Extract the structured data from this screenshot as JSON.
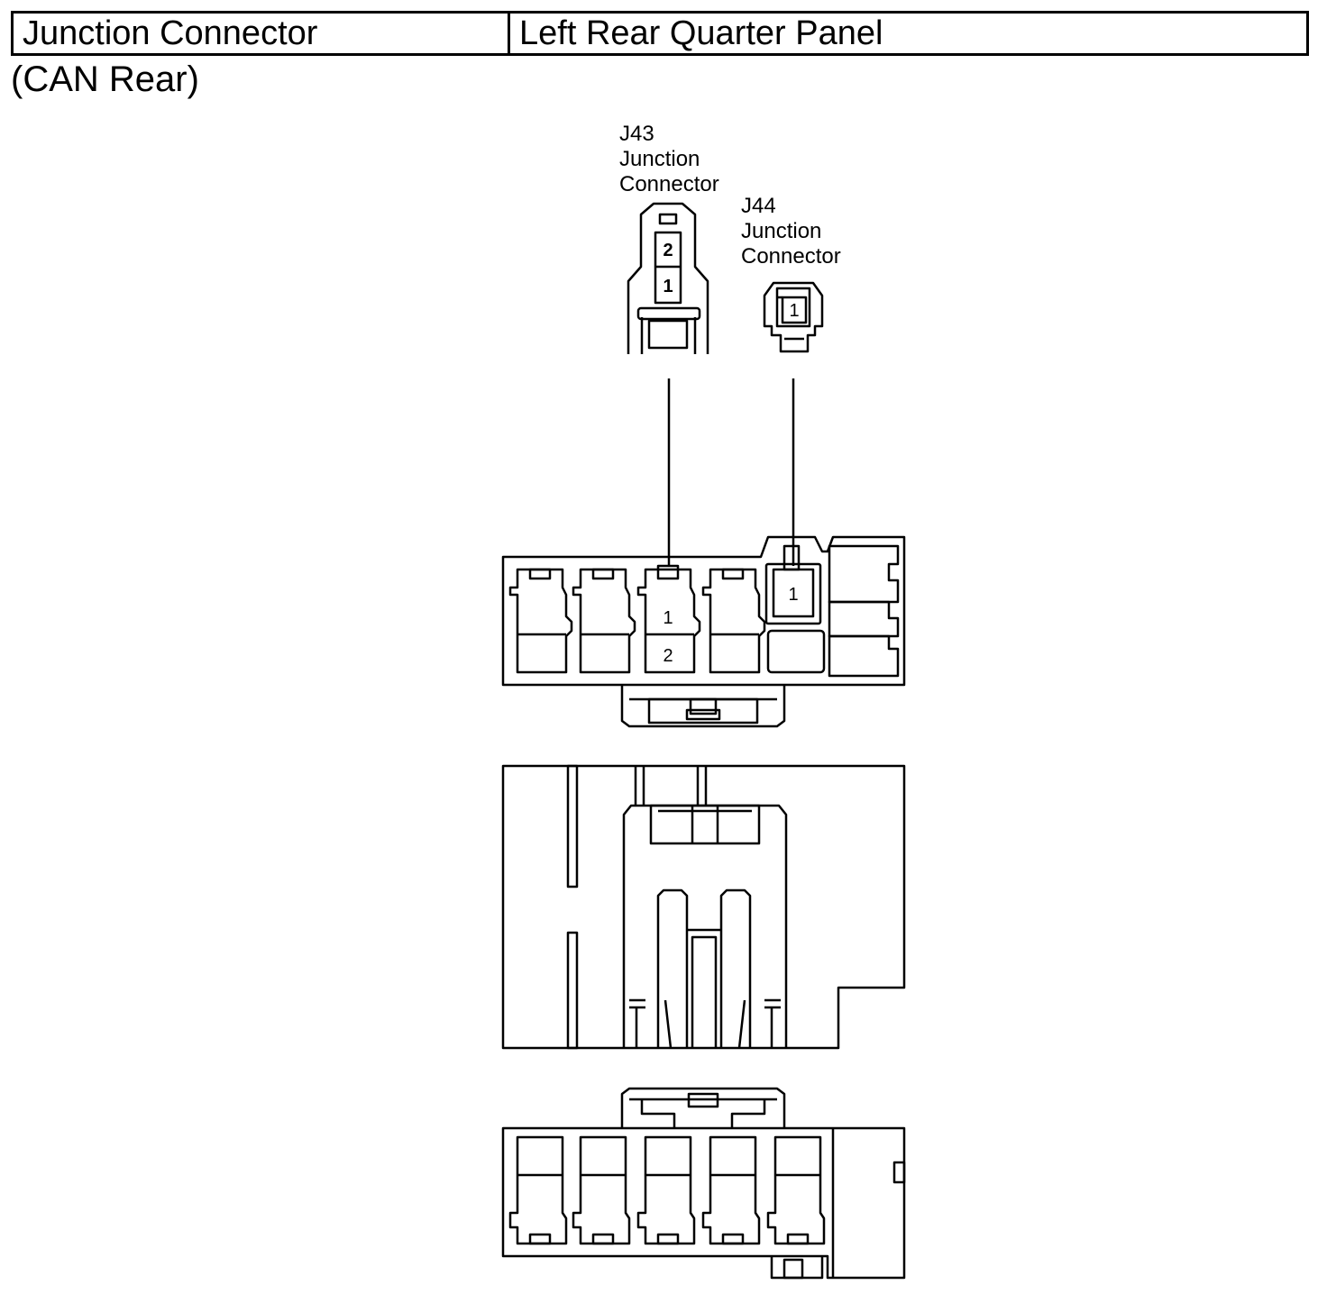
{
  "header": {
    "component": "Junction Connector",
    "location": "Left Rear Quarter Panel"
  },
  "subtitle": "(CAN Rear)",
  "connectors": {
    "j43": {
      "code": "J43",
      "line1": "Junction",
      "line2": "Connector",
      "pins": [
        "2",
        "1"
      ]
    },
    "j44": {
      "code": "J44",
      "line1": "Junction",
      "line2": "Connector",
      "pins": [
        "1"
      ]
    }
  },
  "block": {
    "pins": [
      "1",
      "2",
      "1"
    ]
  }
}
